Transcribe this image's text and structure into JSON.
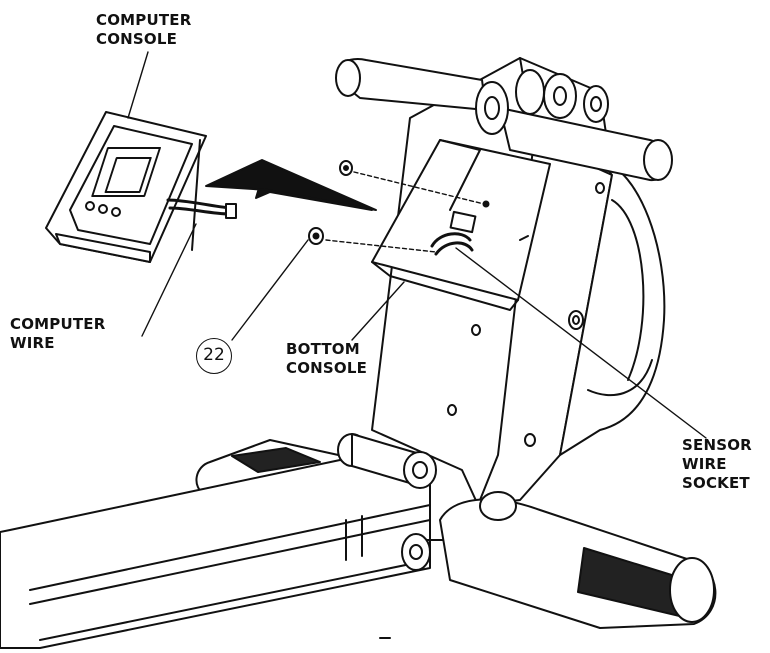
{
  "labels": {
    "computer_console": [
      "COMPUTER",
      "CONSOLE"
    ],
    "computer_wire": [
      "COMPUTER",
      "WIRE"
    ],
    "bottom_console": [
      "BOTTOM",
      "CONSOLE"
    ],
    "sensor_wire_socket": [
      "SENSOR",
      "WIRE",
      "SOCKET"
    ]
  },
  "part_number": "22",
  "colors": {
    "ink": "#111111",
    "paper": "#ffffff",
    "fill_dark": "#222222"
  }
}
